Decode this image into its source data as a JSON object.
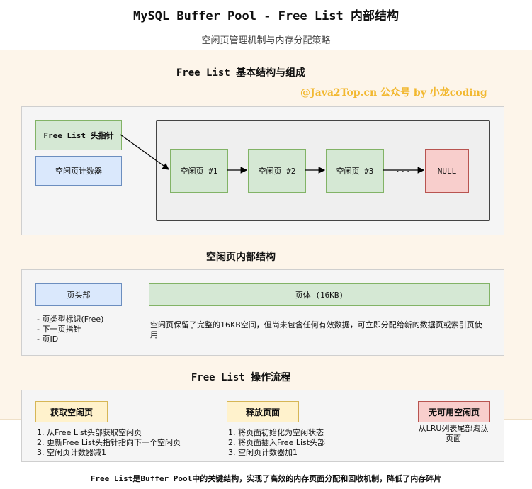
{
  "header": {
    "title": "MySQL Buffer Pool - Free List 内部结构",
    "subtitle": "空闲页管理机制与内存分配策略"
  },
  "watermark": "@Java2Top.cn 公众号 by 小龙coding",
  "section1": {
    "title": "Free List 基本结构与组成",
    "head_pointer": "Free List 头指针",
    "counter": "空闲页计数器",
    "nodes": [
      "空闲页 #1",
      "空闲页 #2",
      "空闲页 #3"
    ],
    "ellipsis": "...",
    "null_label": "NULL"
  },
  "section2": {
    "title": "空闲页内部结构",
    "page_header": "页头部",
    "page_body": "页体 (16KB)",
    "header_fields": [
      "- 页类型标识(Free)",
      "- 下一页指针",
      "- 页ID"
    ],
    "body_desc": "空闲页保留了完整的16KB空间，但尚未包含任何有效数据，可立即分配给新的数据页或索引页使用"
  },
  "section3": {
    "title": "Free List 操作流程",
    "get": {
      "label": "获取空闲页",
      "steps": [
        "1. 从Free List头部获取空闲页",
        "2. 更新Free List头指针指向下一个空闲页",
        "3. 空闲页计数器减1"
      ]
    },
    "release": {
      "label": "释放页面",
      "steps": [
        "1. 将页面初始化为空闲状态",
        "2. 将页面插入Free List头部",
        "3. 空闲页计数器加1"
      ]
    },
    "none": {
      "label": "无可用空闲页",
      "desc": "从LRU列表尾部淘汰页面"
    }
  },
  "footer": "Free List是Buffer Pool中的关键结构，实现了高效的内存页面分配和回收机制，降低了内存碎片",
  "colors": {
    "green_fill": "#d5e8d4",
    "green_stroke": "#82b366",
    "blue_fill": "#dae8fc",
    "blue_stroke": "#6c8ebf",
    "red_fill": "#f8cecc",
    "red_stroke": "#b85450",
    "yellow_fill": "#fff2cc",
    "yellow_stroke": "#d6b656",
    "panel_bg": "#fdf5ea",
    "watermark": "#f2b830"
  }
}
